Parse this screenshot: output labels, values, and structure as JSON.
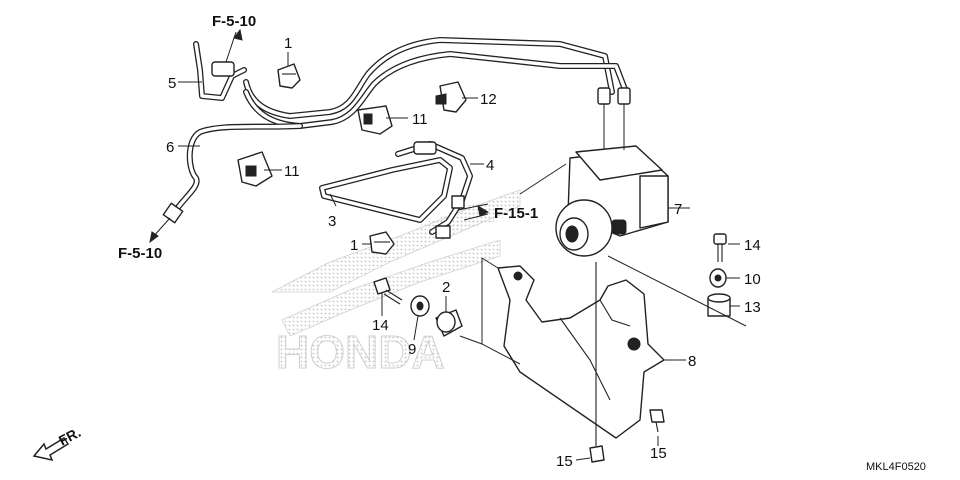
{
  "diagram_code": "MKL4F0520",
  "direction_mark": "FR.",
  "watermark": "HONDA",
  "references": [
    {
      "id": "ref-top",
      "text": "F-5-10"
    },
    {
      "id": "ref-left",
      "text": "F-5-10"
    },
    {
      "id": "ref-mid",
      "text": "F-15-1"
    }
  ],
  "callouts": [
    {
      "id": "c1a",
      "text": "1"
    },
    {
      "id": "c1b",
      "text": "1"
    },
    {
      "id": "c2",
      "text": "2"
    },
    {
      "id": "c3",
      "text": "3"
    },
    {
      "id": "c4",
      "text": "4"
    },
    {
      "id": "c5",
      "text": "5"
    },
    {
      "id": "c6",
      "text": "6"
    },
    {
      "id": "c7",
      "text": "7"
    },
    {
      "id": "c8",
      "text": "8"
    },
    {
      "id": "c9",
      "text": "9"
    },
    {
      "id": "c10",
      "text": "10"
    },
    {
      "id": "c11a",
      "text": "11"
    },
    {
      "id": "c11b",
      "text": "11"
    },
    {
      "id": "c12",
      "text": "12"
    },
    {
      "id": "c13",
      "text": "13"
    },
    {
      "id": "c14a",
      "text": "14"
    },
    {
      "id": "c14b",
      "text": "14"
    },
    {
      "id": "c15a",
      "text": "15"
    },
    {
      "id": "c15b",
      "text": "15"
    }
  ]
}
